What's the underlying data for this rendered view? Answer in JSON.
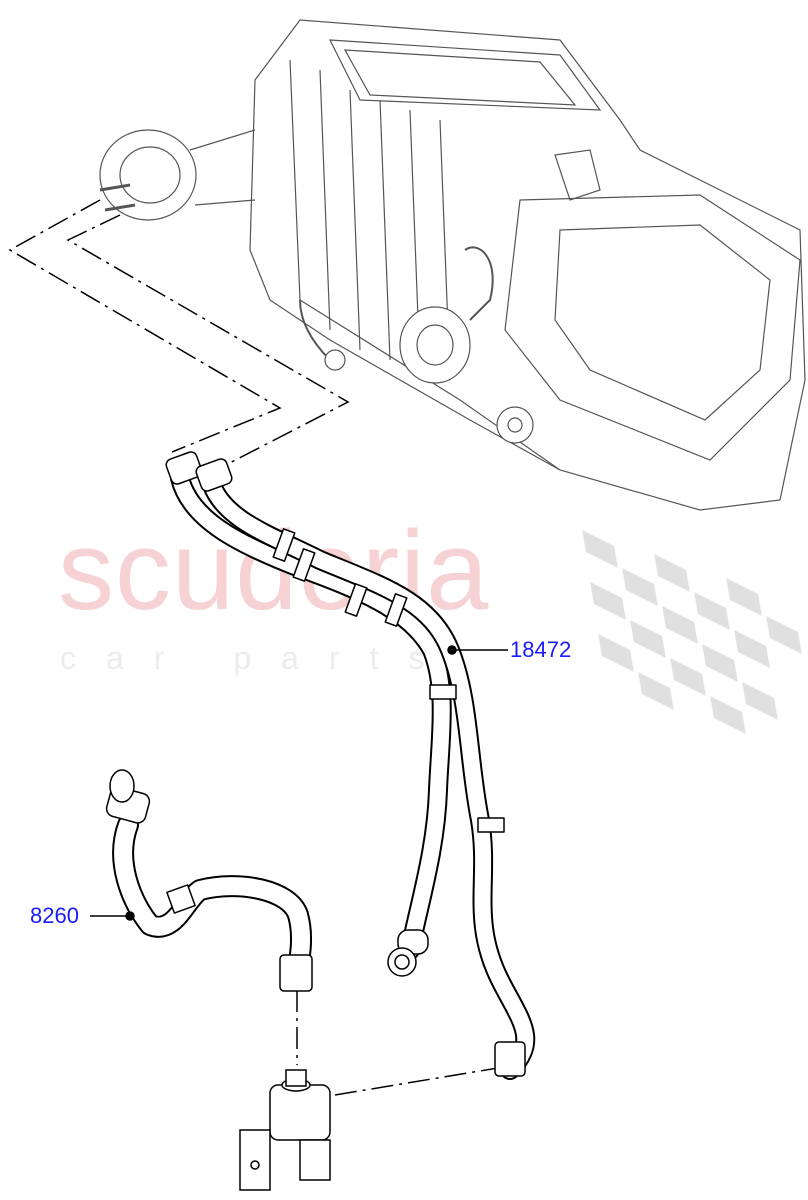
{
  "watermark": {
    "brand": "scuderia",
    "tagline": "car parts"
  },
  "callouts": [
    {
      "part_number": "18472"
    },
    {
      "part_number": "8260"
    }
  ],
  "colors": {
    "callout_text": "#1a1aff",
    "watermark_brand": "#f6d2d4",
    "watermark_flag": "#d9d9d9",
    "line_art": "#000000"
  }
}
